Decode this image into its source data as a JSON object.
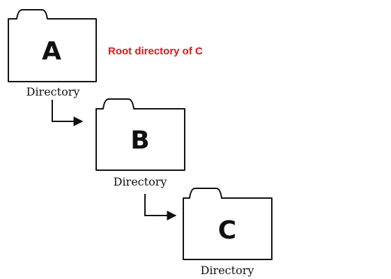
{
  "annotation": {
    "text": "Root directory of C",
    "color": "#e5141b"
  },
  "folders": [
    {
      "letter": "A",
      "caption": "Directory",
      "icon": "folder-icon"
    },
    {
      "letter": "B",
      "caption": "Directory",
      "icon": "folder-icon"
    },
    {
      "letter": "C",
      "caption": "Directory",
      "icon": "folder-icon"
    }
  ],
  "connections": [
    {
      "from": "A",
      "to": "B"
    },
    {
      "from": "B",
      "to": "C"
    }
  ]
}
